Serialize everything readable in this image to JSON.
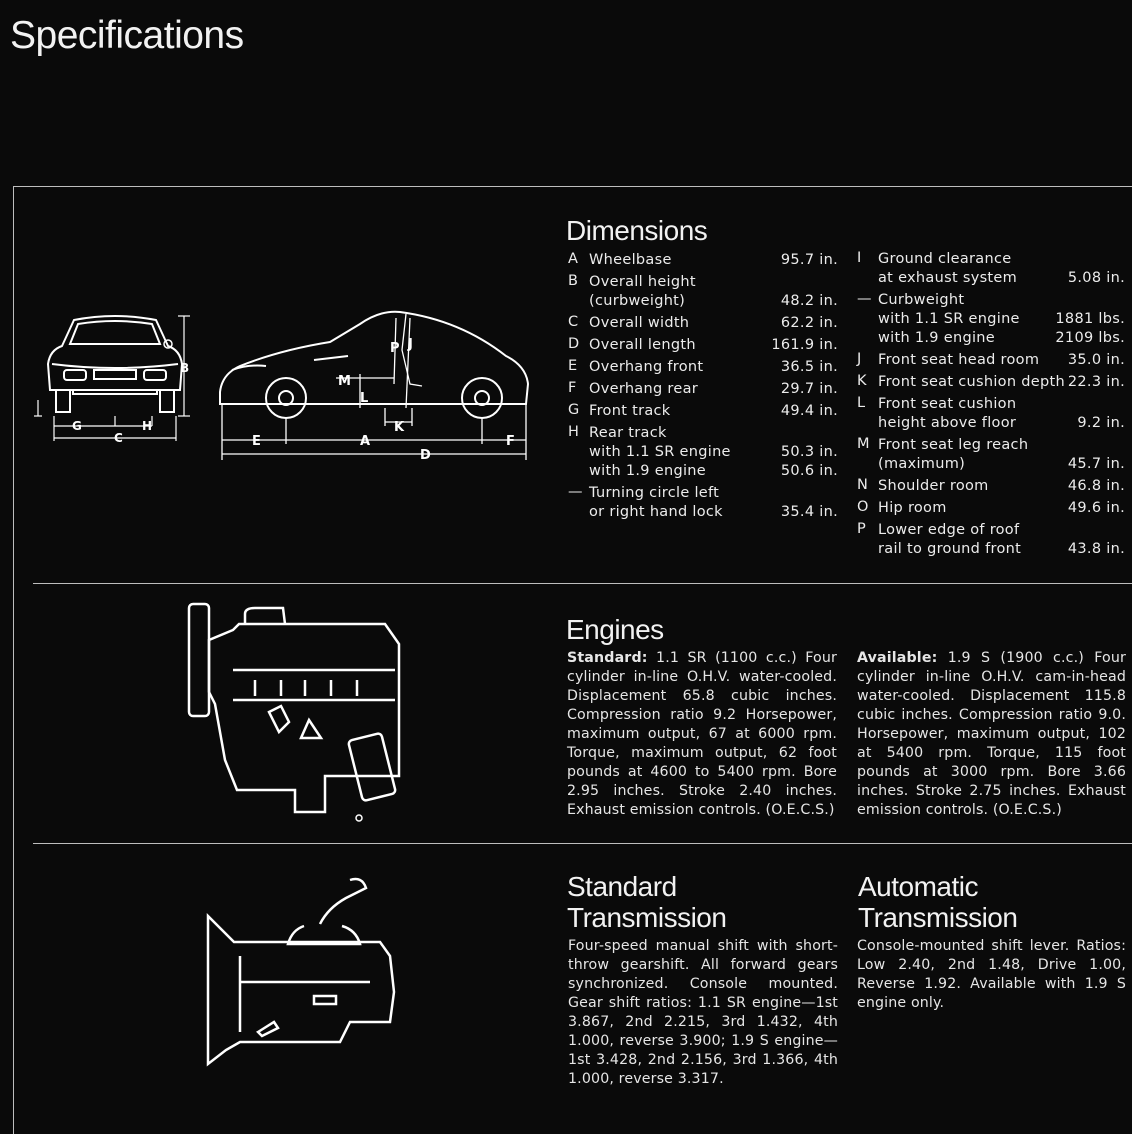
{
  "page_title": "Specifications",
  "diagram_labels": {
    "front": [
      "B",
      "G",
      "H",
      "C"
    ],
    "side": [
      "P",
      "J",
      "M",
      "L",
      "K",
      "E",
      "A",
      "F",
      "D"
    ]
  },
  "dimensions": {
    "title": "Dimensions",
    "left": [
      {
        "letter": "A",
        "label": [
          "Wheelbase"
        ],
        "value": [
          "95.7 in."
        ]
      },
      {
        "letter": "B",
        "label": [
          "Overall height",
          "(curbweight)"
        ],
        "value": [
          "",
          "48.2 in."
        ]
      },
      {
        "letter": "C",
        "label": [
          "Overall width"
        ],
        "value": [
          "62.2 in."
        ]
      },
      {
        "letter": "D",
        "label": [
          "Overall length"
        ],
        "value": [
          "161.9 in."
        ]
      },
      {
        "letter": "E",
        "label": [
          "Overhang front"
        ],
        "value": [
          "36.5 in."
        ]
      },
      {
        "letter": "F",
        "label": [
          "Overhang rear"
        ],
        "value": [
          "29.7 in."
        ]
      },
      {
        "letter": "G",
        "label": [
          "Front track"
        ],
        "value": [
          "49.4 in."
        ]
      },
      {
        "letter": "H",
        "label": [
          "Rear track",
          "with 1.1 SR engine",
          "with 1.9 engine"
        ],
        "value": [
          "",
          "50.3 in.",
          "50.6 in."
        ]
      },
      {
        "letter": "—",
        "label": [
          "Turning circle left",
          "or right hand lock"
        ],
        "value": [
          "",
          "35.4 in."
        ]
      }
    ],
    "right": [
      {
        "letter": "I",
        "label": [
          "Ground clearance",
          "at exhaust system"
        ],
        "value": [
          "",
          "5.08 in."
        ]
      },
      {
        "letter": "—",
        "label": [
          "Curbweight",
          "with 1.1 SR engine",
          "with 1.9 engine"
        ],
        "value": [
          "",
          "1881 lbs.",
          "2109 lbs."
        ]
      },
      {
        "letter": "J",
        "label": [
          "Front seat head room"
        ],
        "value": [
          "35.0 in."
        ]
      },
      {
        "letter": "K",
        "label": [
          "Front seat cushion depth"
        ],
        "value": [
          "22.3 in."
        ]
      },
      {
        "letter": "L",
        "label": [
          "Front seat cushion",
          "height above floor"
        ],
        "value": [
          "",
          "9.2 in."
        ]
      },
      {
        "letter": "M",
        "label": [
          "Front seat leg reach",
          "(maximum)"
        ],
        "value": [
          "",
          "45.7 in."
        ]
      },
      {
        "letter": "N",
        "label": [
          "Shoulder room"
        ],
        "value": [
          "46.8 in."
        ]
      },
      {
        "letter": "O",
        "label": [
          "Hip room"
        ],
        "value": [
          "49.6 in."
        ]
      },
      {
        "letter": "P",
        "label": [
          "Lower edge of roof",
          "rail to ground front"
        ],
        "value": [
          "",
          "43.8 in."
        ]
      }
    ]
  },
  "engines": {
    "title": "Engines",
    "standard_label": "Standard:",
    "standard_text": "1.1 SR (1100 c.c.) Four cylinder in-line O.H.V. water-cooled. Displacement 65.8 cubic inches. Compression ratio 9.2 Horsepower, maximum output, 67 at 6000 rpm. Torque, maximum output, 62 foot pounds at 4600 to 5400 rpm. Bore 2.95 inches. Stroke 2.40 inches. Exhaust emission controls. (O.E.C.S.)",
    "available_label": "Available:",
    "available_text": "1.9 S (1900 c.c.) Four cylinder in-line O.H.V. cam-in-head water-cooled. Displacement 115.8 cubic inches. Compression ratio 9.0. Horsepower, maximum output, 102 at 5400 rpm. Torque, 115 foot pounds at 3000 rpm. Bore 3.66 inches. Stroke 2.75 inches. Exhaust emission controls. (O.E.C.S.)"
  },
  "standard_transmission": {
    "title_line1": "Standard",
    "title_line2": "Transmission",
    "text": "Four-speed manual shift with short-throw gearshift. All forward gears synchronized. Console mounted. Gear shift ratios: 1.1 SR engine—1st 3.867, 2nd 2.215, 3rd 1.432, 4th 1.000, reverse 3.900; 1.9 S engine—1st 3.428, 2nd 2.156, 3rd 1.366, 4th 1.000, reverse 3.317."
  },
  "automatic_transmission": {
    "title_line1": "Automatic",
    "title_line2": "Transmission",
    "text": "Console-mounted shift lever. Ratios: Low 2.40, 2nd 1.48, Drive 1.00, Reverse 1.92. Available with 1.9 S engine only."
  }
}
